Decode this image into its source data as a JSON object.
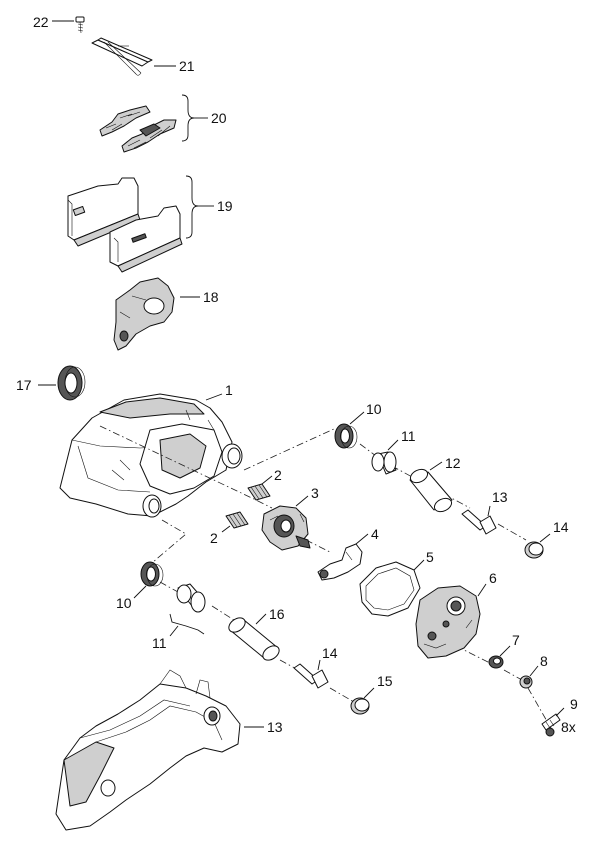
{
  "diagram": {
    "title": "Brake caliper exploded parts view",
    "callouts": [
      {
        "id": "c1",
        "text": "1"
      },
      {
        "id": "c2a",
        "text": "2"
      },
      {
        "id": "c2b",
        "text": "2"
      },
      {
        "id": "c3",
        "text": "3"
      },
      {
        "id": "c4",
        "text": "4"
      },
      {
        "id": "c5",
        "text": "5"
      },
      {
        "id": "c6",
        "text": "6"
      },
      {
        "id": "c7",
        "text": "7"
      },
      {
        "id": "c8",
        "text": "8"
      },
      {
        "id": "c9",
        "text": "9"
      },
      {
        "id": "c9q",
        "text": "8x"
      },
      {
        "id": "c10a",
        "text": "10"
      },
      {
        "id": "c10b",
        "text": "10"
      },
      {
        "id": "c11a",
        "text": "11"
      },
      {
        "id": "c11b",
        "text": "11"
      },
      {
        "id": "c12",
        "text": "12"
      },
      {
        "id": "c13a",
        "text": "13"
      },
      {
        "id": "c13b",
        "text": "13"
      },
      {
        "id": "c14a",
        "text": "14"
      },
      {
        "id": "c14b",
        "text": "14"
      },
      {
        "id": "c15",
        "text": "15"
      },
      {
        "id": "c16",
        "text": "16"
      },
      {
        "id": "c17",
        "text": "17"
      },
      {
        "id": "c18",
        "text": "18"
      },
      {
        "id": "c19",
        "text": "19"
      },
      {
        "id": "c20",
        "text": "20"
      },
      {
        "id": "c21",
        "text": "21"
      },
      {
        "id": "c22",
        "text": "22"
      }
    ]
  }
}
